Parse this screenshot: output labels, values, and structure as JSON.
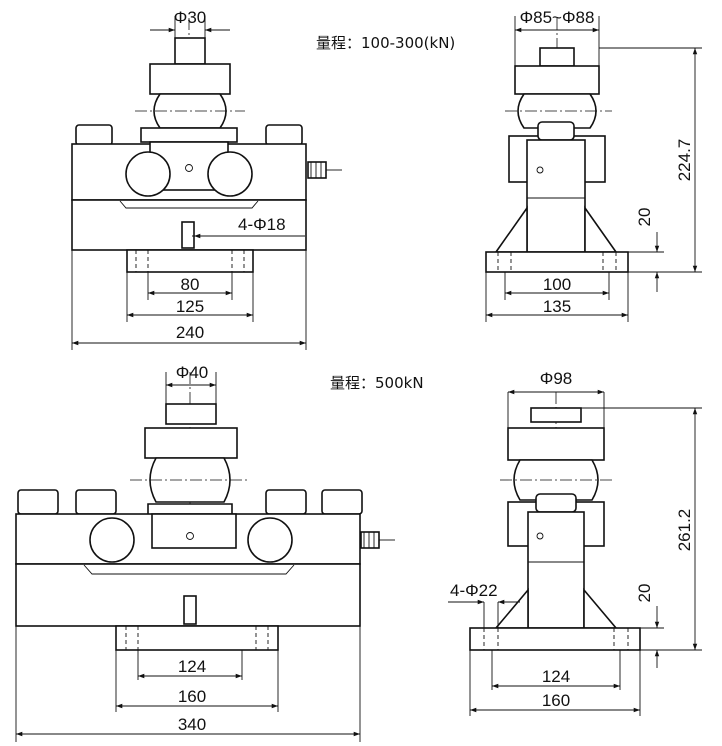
{
  "range_notes": {
    "top": "量程：100-300(kN)",
    "bottom": "量程：500kN"
  },
  "top_front": {
    "pin_diameter": "Φ30",
    "hole_callout": "4-Φ18",
    "width_inner": "80",
    "width_mid": "125",
    "width_total": "240"
  },
  "top_side": {
    "head_diameter": "Φ85~Φ88",
    "height": "224.7",
    "base_thickness": "20",
    "width_inner": "100",
    "width_total": "135"
  },
  "bottom_front": {
    "pin_diameter": "Φ40",
    "width_inner": "124",
    "width_mid": "160",
    "width_total": "340"
  },
  "bottom_side": {
    "head_diameter": "Φ98",
    "height": "261.2",
    "base_thickness": "20",
    "hole_callout": "4-Φ22",
    "width_inner": "124",
    "width_total": "160"
  }
}
